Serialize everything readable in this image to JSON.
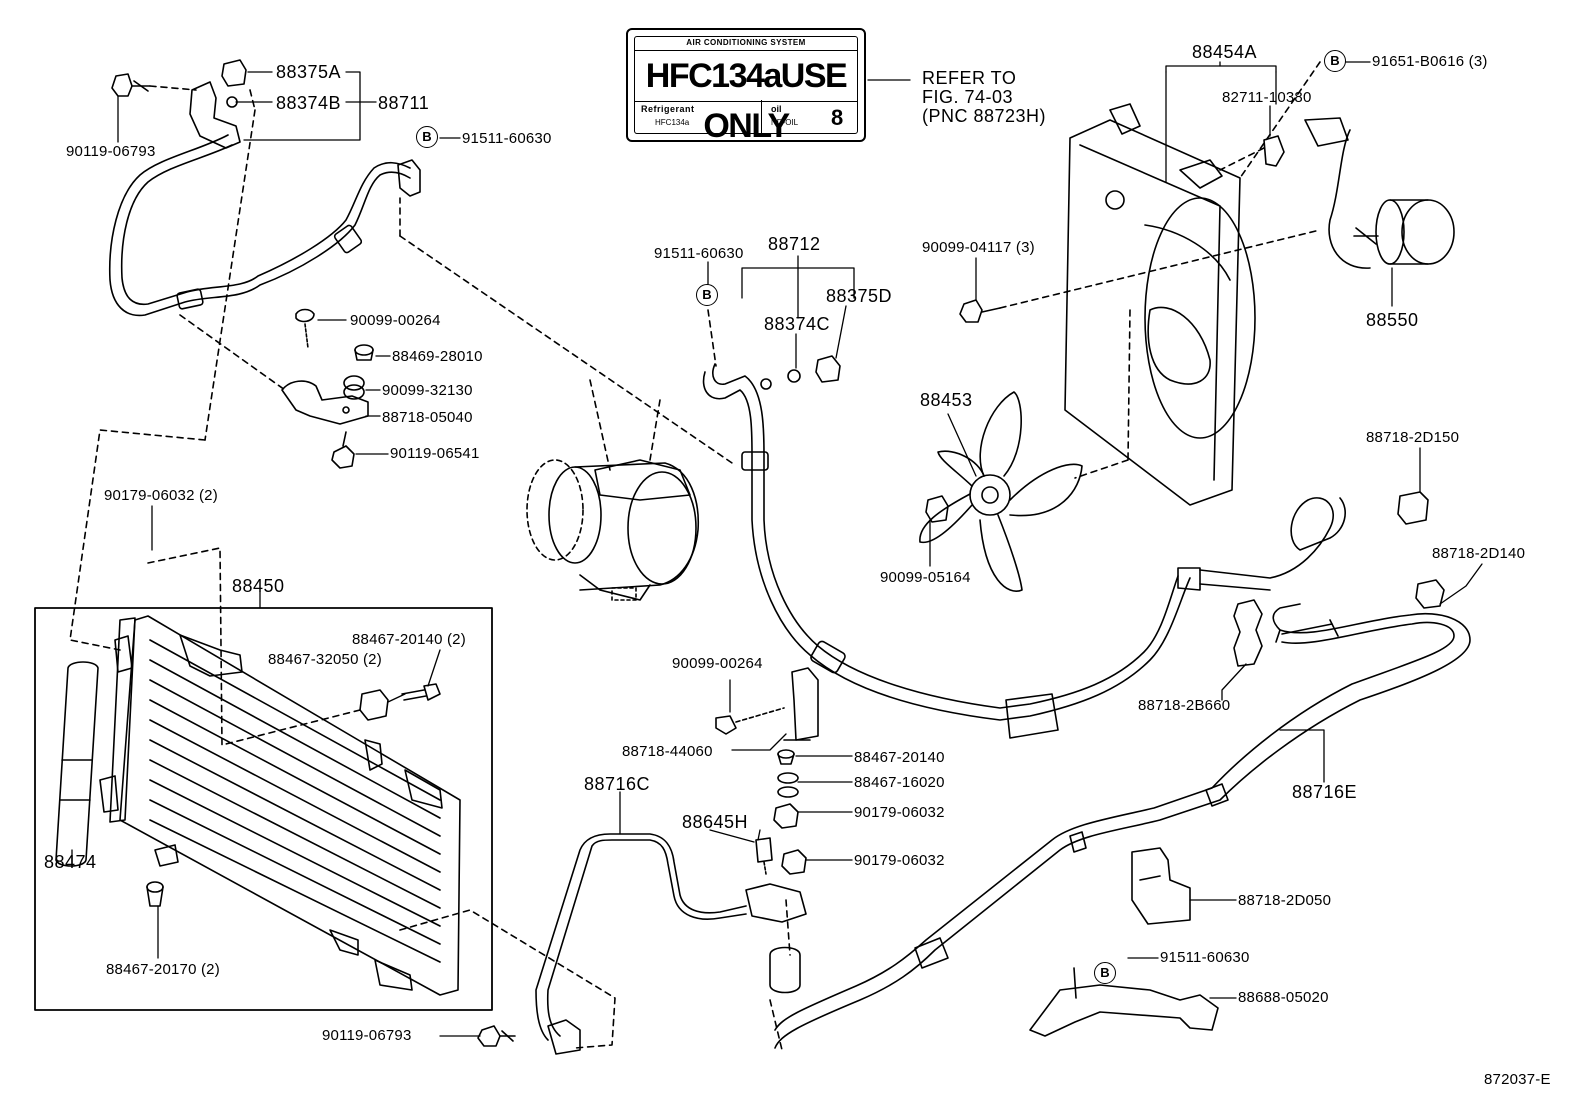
{
  "warning_label": {
    "system": "AIR CONDITIONING SYSTEM",
    "headline": "HFC134aUSE ONLY",
    "refrigerant_label": "Refrigerant",
    "refrigerant_value": "HFC134a",
    "oil_label": "oil",
    "oil_value": "ND-OIL",
    "oil_number": "8"
  },
  "refer": {
    "line1": "REFER TO",
    "line2": "FIG. 74-03",
    "line3": "(PNC 88723H)"
  },
  "bolt_symbol": "B",
  "part_labels": {
    "p88375A": "88375A",
    "p88374B": "88374B",
    "p88711": "88711",
    "p90119_06793_top": "90119-06793",
    "p91511_60630_top": "91511-60630",
    "p90099_00264_top": "90099-00264",
    "p88469_28010": "88469-28010",
    "p90099_32130": "90099-32130",
    "p88718_05040": "88718-05040",
    "p90119_06541": "90119-06541",
    "p90179_06032_2": "90179-06032 (2)",
    "p88450": "88450",
    "p88467_20140_2": "88467-20140 (2)",
    "p88467_32050_2": "88467-32050 (2)",
    "p88474": "88474",
    "p88467_20170_2": "88467-20170 (2)",
    "p90119_06793_bottom": "90119-06793",
    "p91511_60630_mid": "91511-60630",
    "p88712": "88712",
    "p88375D": "88375D",
    "p88374C": "88374C",
    "p90099_00264_mid": "90099-00264",
    "p88718_44060": "88718-44060",
    "p88467_20140": "88467-20140",
    "p88467_16020": "88467-16020",
    "p90179_06032_a": "90179-06032",
    "p90179_06032_b": "90179-06032",
    "p88716C": "88716C",
    "p88645H": "88645H",
    "p88454A": "88454A",
    "p91651_B0616_3": "91651-B0616 (3)",
    "p82711_10380": "82711-10380",
    "p90099_04117_3": "90099-04117 (3)",
    "p88550": "88550",
    "p88453": "88453",
    "p90099_05164": "90099-05164",
    "p88718_2D150": "88718-2D150",
    "p88718_2D140": "88718-2D140",
    "p88718_2B660": "88718-2B660",
    "p88716E": "88716E",
    "p88718_2D050": "88718-2D050",
    "p91511_60630_bottom": "91511-60630",
    "p88688_05020": "88688-05020",
    "figure_number": "872037-E"
  }
}
